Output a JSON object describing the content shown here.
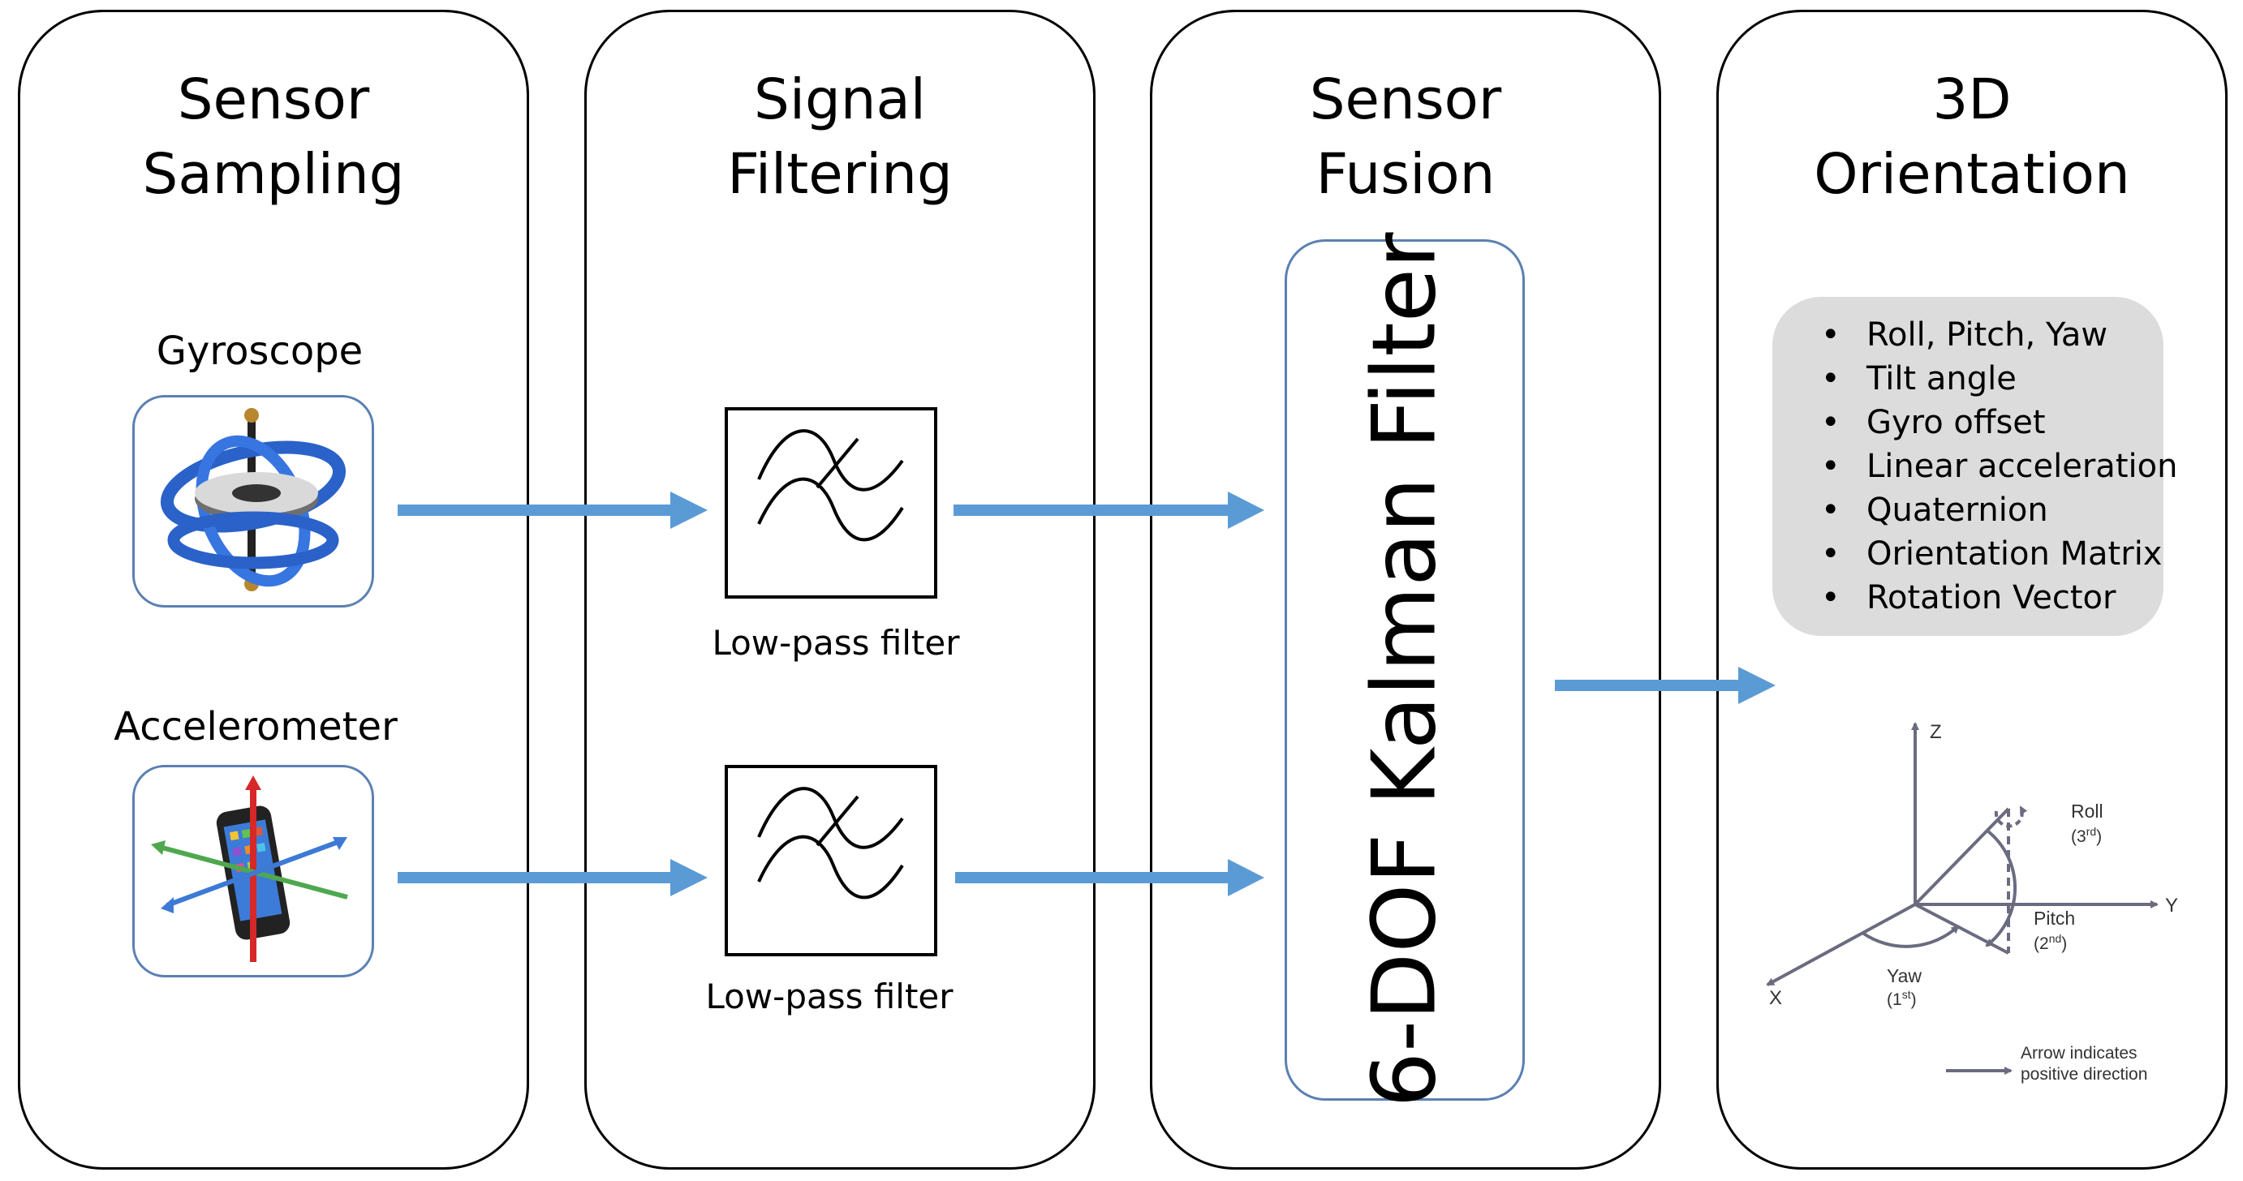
{
  "stages": [
    {
      "title_line1": "Sensor",
      "title_line2": "Sampling"
    },
    {
      "title_line1": "Signal",
      "title_line2": "Filtering"
    },
    {
      "title_line1": "Sensor",
      "title_line2": "Fusion"
    },
    {
      "title_line1": "3D",
      "title_line2": "Orientation"
    }
  ],
  "sensors": {
    "gyroscope_label": "Gyroscope",
    "accelerometer_label": "Accelerometer"
  },
  "filters": {
    "top_caption": "Low-pass filter",
    "bottom_caption": "Low-pass filter"
  },
  "fusion": {
    "kalman_label": "6-DOF Kalman Filter"
  },
  "outputs": [
    "Roll, Pitch, Yaw",
    "Tilt angle",
    "Gyro offset",
    "Linear acceleration",
    "Quaternion",
    "Orientation Matrix",
    "Rotation Vector"
  ],
  "axes_diagram": {
    "z_label": "Z",
    "y_label": "Y",
    "x_label": "X",
    "roll_label": "Roll",
    "roll_order": "(3",
    "roll_order_sup": "rd",
    "pitch_label": "Pitch",
    "pitch_order": "(2",
    "pitch_order_sup": "nd",
    "yaw_label": "Yaw",
    "yaw_order": "(1",
    "yaw_order_sup": "st",
    "close_paren": ")",
    "legend_line1": "Arrow indicates",
    "legend_line2": "positive direction"
  },
  "colors": {
    "flow_arrow": "#5b9bd5",
    "box_border": "#5b80b2",
    "output_bg": "#dcdcdc",
    "axes": "#6b6b80"
  }
}
